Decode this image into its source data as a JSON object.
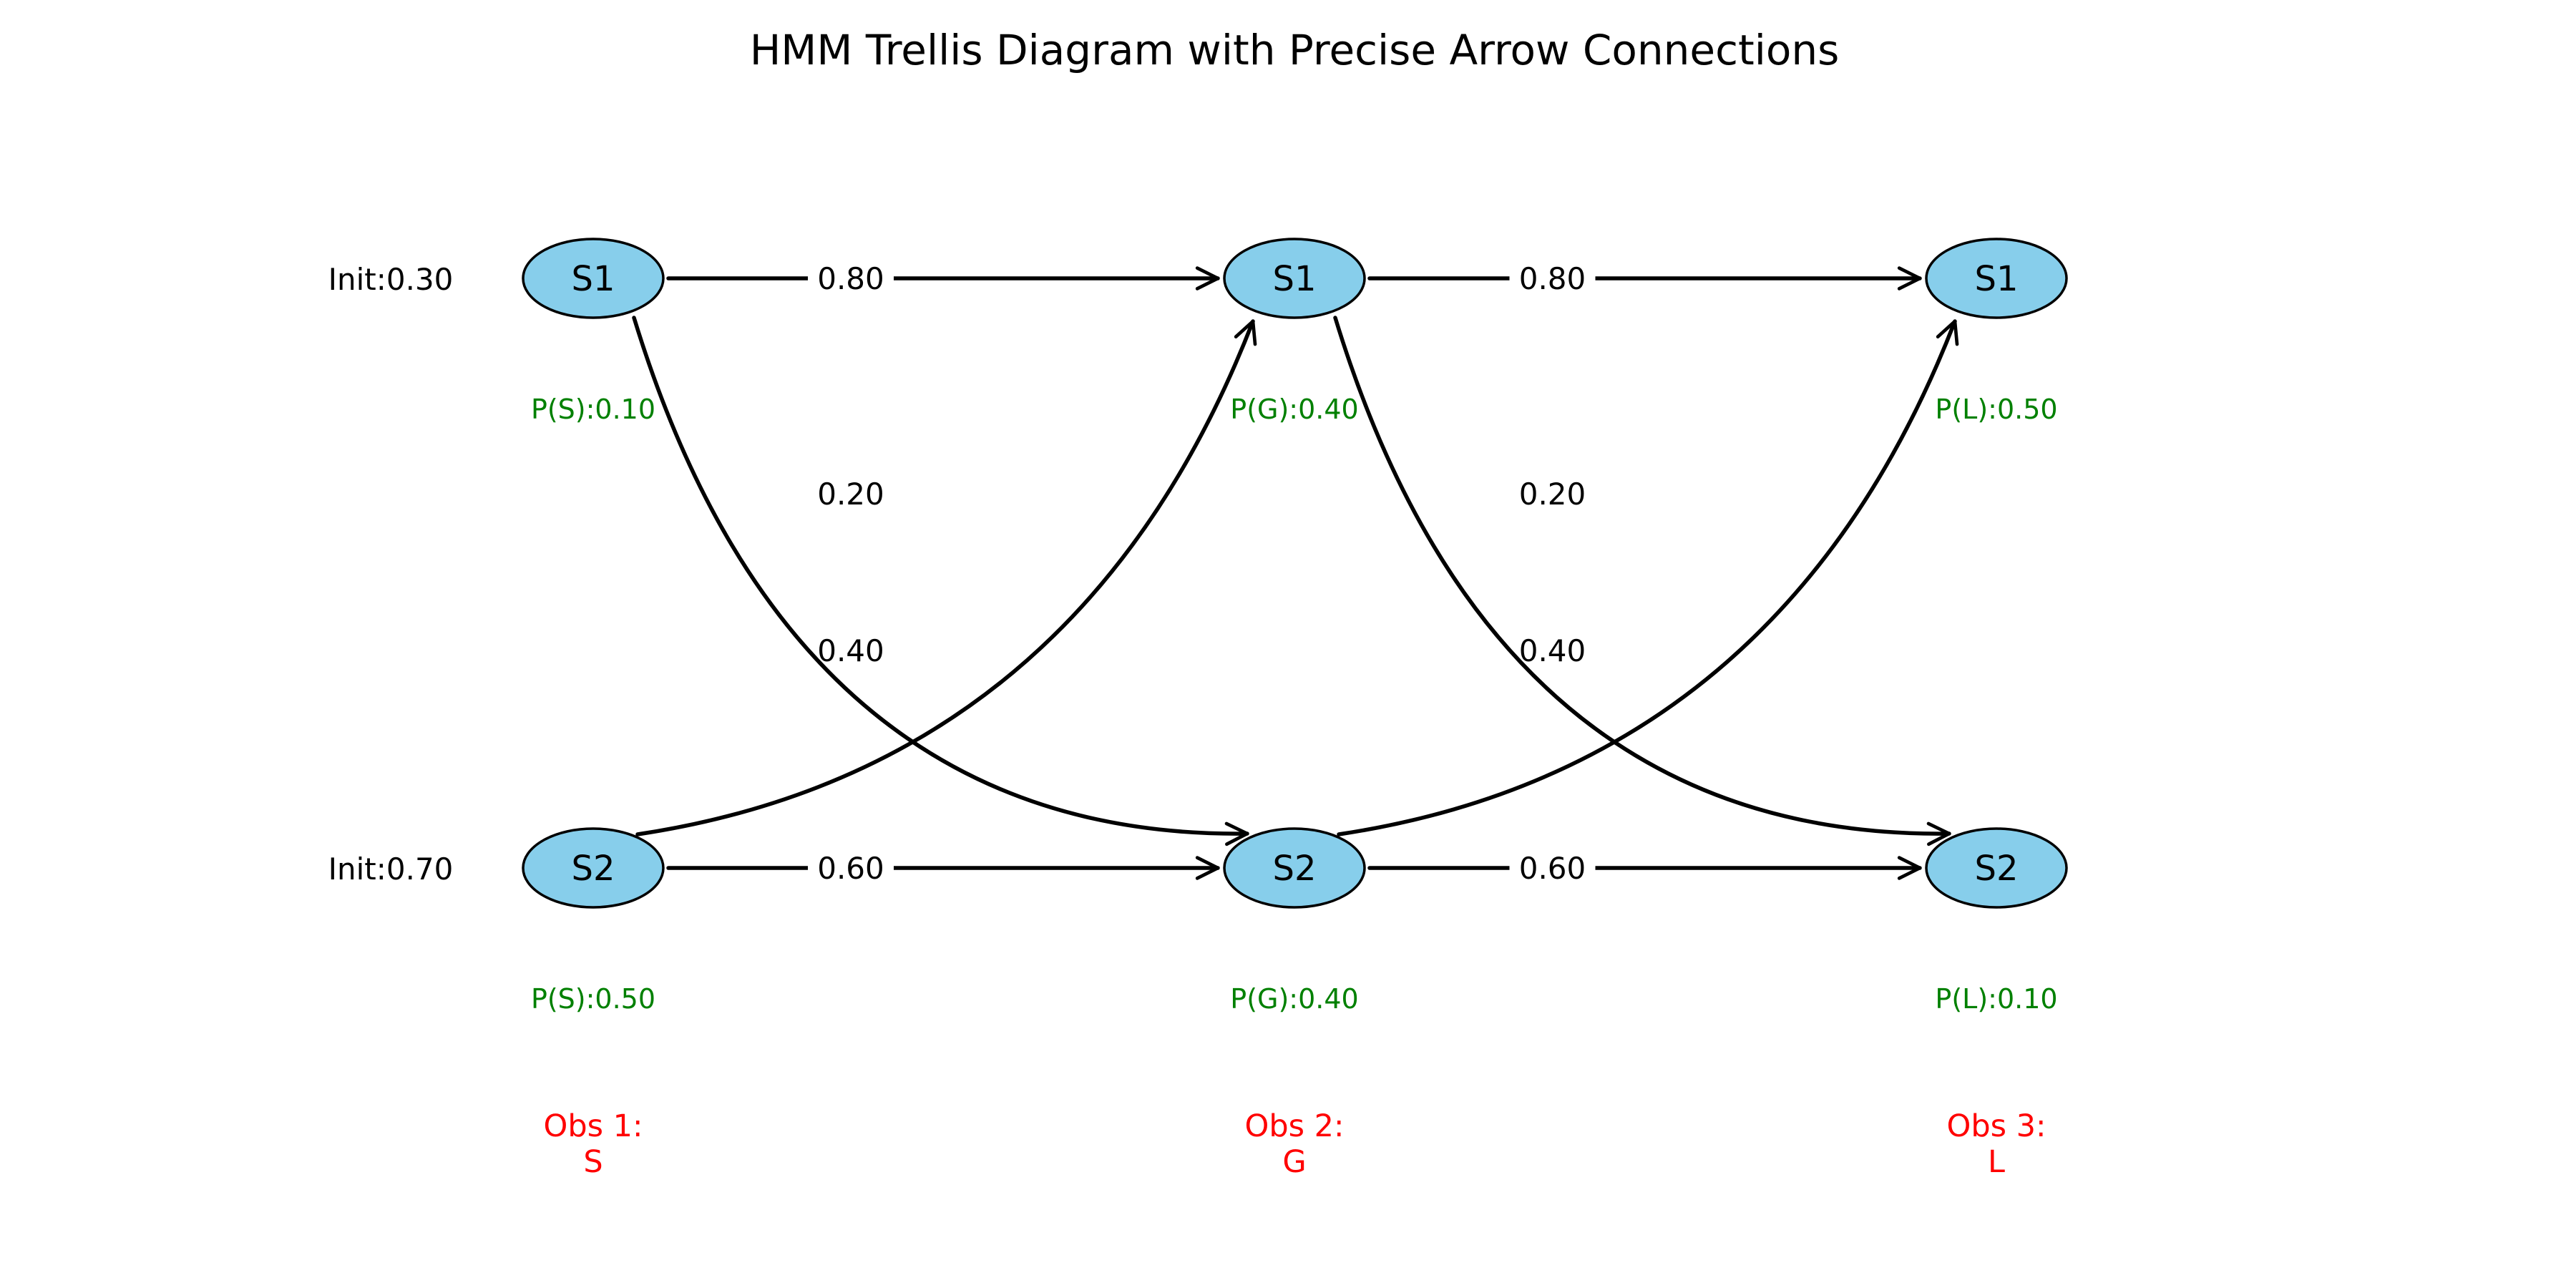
{
  "diagram": {
    "title": "HMM Trellis Diagram with Precise Arrow Connections",
    "states": [
      {
        "name": "S1",
        "init": "Init:0.30"
      },
      {
        "name": "S2",
        "init": "Init:0.70"
      }
    ],
    "time_steps": [
      {
        "emissions": [
          "P(S):0.10",
          "P(S):0.50"
        ],
        "observation": {
          "line1": "Obs 1:",
          "line2": "S"
        }
      },
      {
        "emissions": [
          "P(G):0.40",
          "P(G):0.40"
        ],
        "observation": {
          "line1": "Obs 2:",
          "line2": "G"
        }
      },
      {
        "emissions": [
          "P(L):0.50",
          "P(L):0.10"
        ],
        "observation": {
          "line1": "Obs 3:",
          "line2": "L"
        }
      }
    ],
    "transitions": {
      "S1->S1": "0.80",
      "S1->S2": "0.20",
      "S2->S1": "0.40",
      "S2->S2": "0.60"
    },
    "colors": {
      "node_fill": "#87ceeb",
      "node_stroke": "#000000",
      "emission_text": "#008000",
      "observation_text": "#ff0000",
      "edge": "#000000"
    }
  }
}
